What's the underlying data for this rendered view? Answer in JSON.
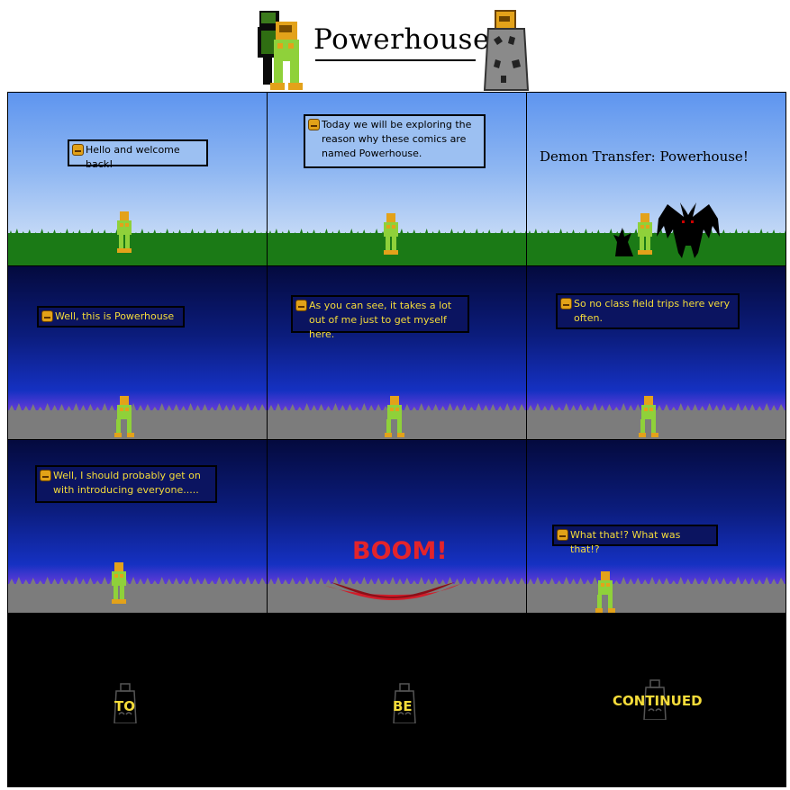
{
  "title": "Powerhouse",
  "panels": [
    {
      "row": 1,
      "col": 1,
      "bubble": "Hello and welcome back!"
    },
    {
      "row": 1,
      "col": 2,
      "bubble": "Today we will be exploring the reason why these comics are named Powerhouse."
    },
    {
      "row": 1,
      "col": 3,
      "caption": "Demon Transfer: Powerhouse!"
    },
    {
      "row": 2,
      "col": 1,
      "bubble": "Well, this is Powerhouse"
    },
    {
      "row": 2,
      "col": 2,
      "bubble": "As you can see, it takes a lot out of me just to get myself here."
    },
    {
      "row": 2,
      "col": 3,
      "bubble": "So no class field trips here very often."
    },
    {
      "row": 3,
      "col": 1,
      "bubble": "Well, I should probably get on with introducing everyone....."
    },
    {
      "row": 3,
      "col": 2,
      "sfx": "BOOM!"
    },
    {
      "row": 3,
      "col": 3,
      "bubble": "What that!? What was that!?"
    },
    {
      "row": 4,
      "col": 1,
      "word": "TO"
    },
    {
      "row": 4,
      "col": 2,
      "word": "BE"
    },
    {
      "row": 4,
      "col": 3,
      "word": "CONTINUED"
    }
  ],
  "colors": {
    "day_sky": "#5e95ef",
    "grass": "#1b7a16",
    "night_sky": "#0b1c7c",
    "road": "#7c7c7c",
    "bubble_text_night": "#f5dc3a",
    "boom": "#e3242b"
  },
  "icons": [
    "hero-sprite",
    "stone-tower-icon",
    "character-portrait-icon",
    "tombstone-icon",
    "demon-silhouette",
    "explosion-burst"
  ]
}
